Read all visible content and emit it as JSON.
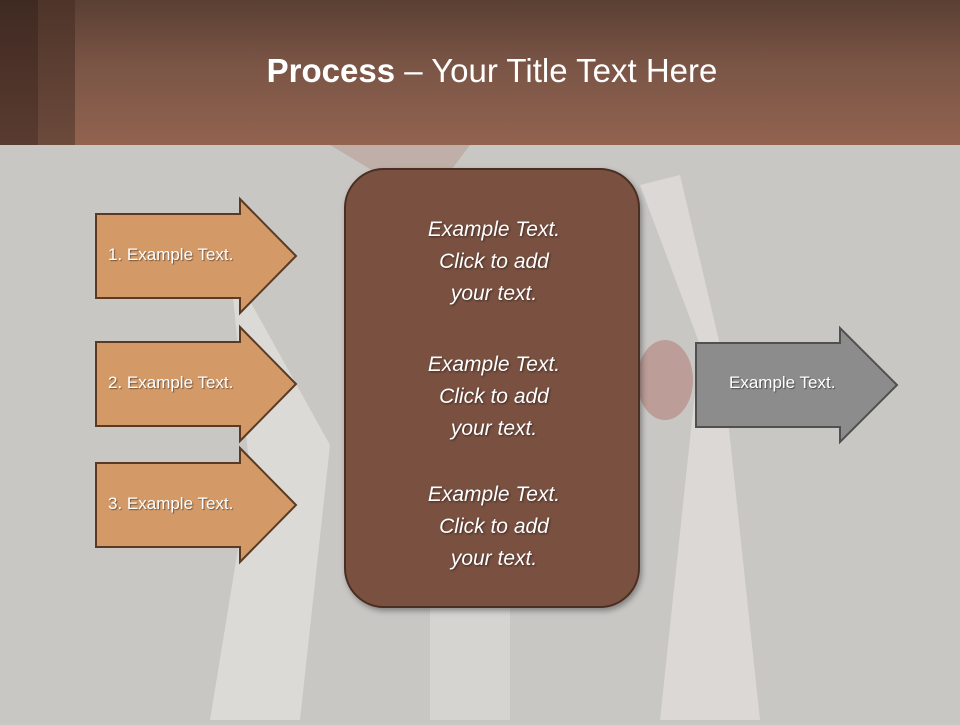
{
  "title": {
    "bold": "Process",
    "dash": " – ",
    "rest": "Your Title Text Here"
  },
  "inputs": [
    {
      "label": "1. Example Text."
    },
    {
      "label": "2. Example Text."
    },
    {
      "label": "3. Example Text."
    }
  ],
  "center": {
    "blocks": [
      {
        "line1": "Example Text.",
        "line2": "Click  to add",
        "line3": "your text."
      },
      {
        "line1": "Example Text.",
        "line2": "Click  to add",
        "line3": "your text."
      },
      {
        "line1": "Example Text.",
        "line2": "Click  to add",
        "line3": "your text."
      }
    ]
  },
  "output": {
    "label": "Example Text."
  },
  "colors": {
    "input_arrow_fill": "#d39a68",
    "input_arrow_stroke": "#5a3a22",
    "center_fill": "#7a5141",
    "output_arrow_fill": "#8c8c8c",
    "output_arrow_stroke": "#505050",
    "header": "#7a5546"
  }
}
